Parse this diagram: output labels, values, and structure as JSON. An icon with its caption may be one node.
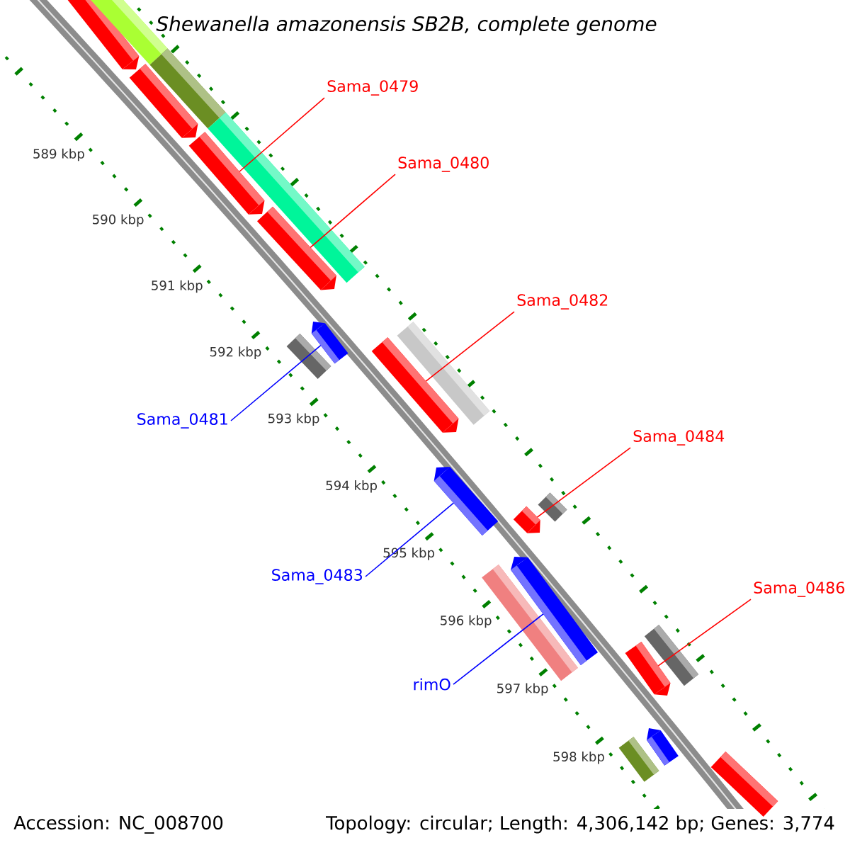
{
  "diagram": {
    "title": "Shewanella amazonensis SB2B, complete genome",
    "nodes": [
      {
        "text": [
          "Sama_0479"
        ]
      },
      {
        "text": [
          "Sama_0480"
        ]
      },
      {
        "text": [
          "Sama_0482"
        ]
      },
      {
        "text": [
          "Sama_0481"
        ]
      },
      {
        "text": [
          "Sama_0484"
        ]
      },
      {
        "text": [
          "Sama_0483"
        ]
      },
      {
        "text": [
          "Sama_0486"
        ]
      },
      {
        "text": [
          "rimO"
        ]
      },
      {
        "text": [],
        "shape": "pentagon"
      },
      {
        "text": [],
        "shape": "bar"
      },
      {
        "text": [],
        "shape": "bar"
      },
      {
        "text": [],
        "shape": "pentagon"
      },
      {
        "text": [],
        "shape": "bar"
      },
      {
        "text": [],
        "shape": "pentagon"
      },
      {
        "text": [],
        "shape": "pentagon"
      },
      {
        "text": [],
        "shape": "pentagon"
      },
      {
        "text": [],
        "shape": "bar"
      },
      {
        "text": [],
        "shape": "bar"
      },
      {
        "text": [],
        "shape": "pentagon"
      },
      {
        "text": [],
        "shape": "pentagon"
      },
      {
        "text": [],
        "shape": "bar"
      },
      {
        "text": [],
        "shape": "pentagon"
      },
      {
        "text": [],
        "shape": "pentagon"
      },
      {
        "text": [],
        "shape": "bar"
      },
      {
        "text": [],
        "shape": "bar"
      },
      {
        "text": [],
        "shape": "pentagon"
      },
      {
        "text": [],
        "shape": "pentagon"
      },
      {
        "text": [],
        "shape": "bar"
      },
      {
        "text": [],
        "shape": "bar"
      }
    ],
    "edges": [
      {
        "from": 0,
        "to": 13,
        "arrow": "none"
      },
      {
        "from": 1,
        "to": 14,
        "arrow": "none"
      },
      {
        "from": 2,
        "to": 18,
        "arrow": "none"
      },
      {
        "from": 3,
        "to": 15,
        "arrow": "none",
        "color": "#0000ff"
      },
      {
        "from": 4,
        "to": 21,
        "arrow": "none"
      },
      {
        "from": 5,
        "to": 19,
        "arrow": "none",
        "color": "#0000ff"
      },
      {
        "from": 6,
        "to": 25,
        "arrow": "none"
      },
      {
        "from": 7,
        "to": 22,
        "arrow": "none",
        "color": "#0000ff"
      }
    ],
    "labels": [
      "589 kbp",
      "590 kbp",
      "591 kbp",
      "592 kbp",
      "593 kbp",
      "594 kbp",
      "595 kbp",
      "596 kbp",
      "597 kbp",
      "598 kbp",
      "Accession: NC_008700",
      "Topology: circular; Length: 4,306,142 bp; Genes: 3,774"
    ]
  }
}
